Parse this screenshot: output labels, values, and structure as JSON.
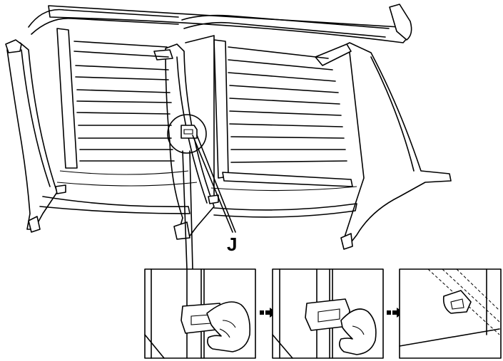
{
  "diagram": {
    "callout_label": "J",
    "steps": [
      {
        "id": "step-1",
        "description_icon": "hand-holding-clip"
      },
      {
        "id": "step-2",
        "description_icon": "hand-pressing-clip"
      },
      {
        "id": "step-3",
        "description_icon": "clip-installed-dashed-guides"
      }
    ],
    "step_arrow_icon": "double-arrow-right-icon",
    "colors": {
      "line": "#000000",
      "fill": "#ffffff"
    }
  }
}
